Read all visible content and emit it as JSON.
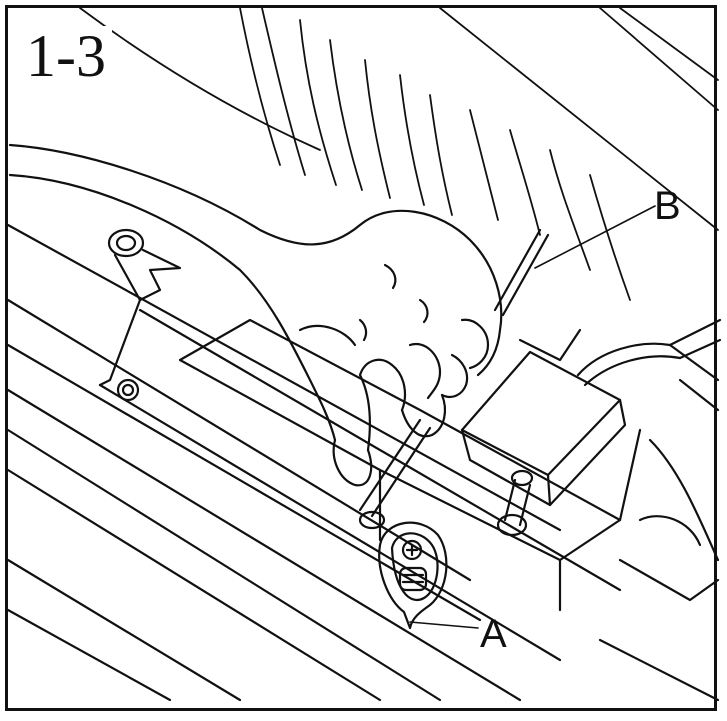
{
  "figure": {
    "step": "1-3",
    "callouts": {
      "a": "A",
      "b": "B"
    },
    "line_color": "#111111",
    "background": "#ffffff"
  }
}
